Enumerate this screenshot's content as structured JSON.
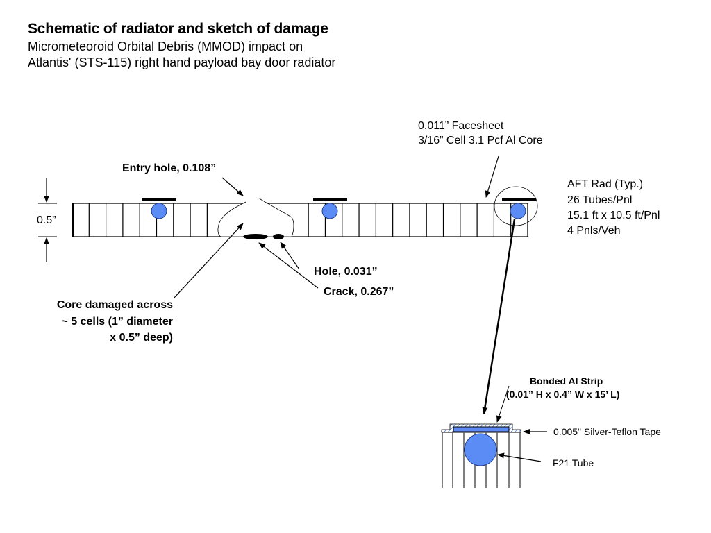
{
  "header": {
    "title": "Schematic of radiator and sketch of damage",
    "subtitle_line1": "Micrometeoroid Orbital Debris (MMOD) impact on",
    "subtitle_line2": "Atlantis' (STS-115) right hand payload bay door radiator"
  },
  "panel": {
    "thickness_label": "0.5”",
    "facesheet_line1": "0.011” Facesheet",
    "facesheet_line2": "3/16” Cell 3.1 Pcf Al Core",
    "specs": [
      "AFT Rad (Typ.)",
      "26 Tubes/Pnl",
      "15.1 ft x 10.5 ft/Pnl",
      "4 Pnls/Veh"
    ]
  },
  "damage": {
    "entry_hole": "Entry hole, 0.108”",
    "hole": "Hole, 0.031”",
    "crack": "Crack, 0.267”",
    "core_line1": "Core damaged across",
    "core_line2": "~ 5 cells (1” diameter",
    "core_line3": "x 0.5” deep)"
  },
  "detail": {
    "strip_line1": "Bonded Al Strip",
    "strip_line2": "(0.01” H x 0.4” W x 15’ L)",
    "tape": "0.005\" Silver-Teflon Tape",
    "tube": "F21 Tube"
  },
  "colors": {
    "tube_fill": "#5b8cf5",
    "tube_stroke": "#1f3f8f",
    "strip_fill": "#5b8cf5",
    "line": "#000000"
  }
}
